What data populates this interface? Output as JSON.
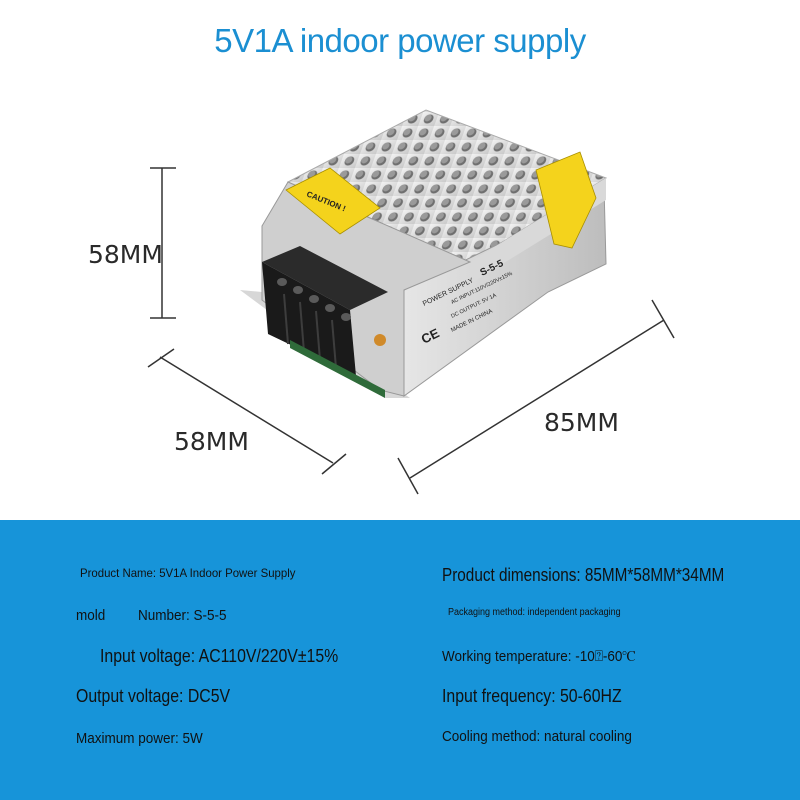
{
  "title": "5V1A indoor power supply",
  "dimensions": {
    "height_label": "58MM",
    "depth_label": "58MM",
    "length_label": "85MM"
  },
  "device": {
    "caution_label": "CAUTION !",
    "model_header": "POWER SUPPLY",
    "model_code": "S-5-5",
    "ac_input": "AC INPUT:110V/220V±15%",
    "dc_output": "DC OUTPUT:  5V 1A",
    "origin": "MADE IN CHINA",
    "ce_mark": "CE"
  },
  "specs": {
    "product_name": "Product Name: 5V1A Indoor Power Supply",
    "mold_label": "mold",
    "number": "Number: S-5-5",
    "input_voltage": "Input voltage: AC110V/220V±15%",
    "output_voltage": "Output voltage: DC5V",
    "max_power": "Maximum power: 5W",
    "product_dimensions": "Product dimensions: 85MM*58MM*34MM",
    "packaging": "Packaging method: independent packaging",
    "working_temperature": "Working temperature: -10⍰-60℃",
    "input_frequency": "Input frequency: 50-60HZ",
    "cooling": "Cooling method: natural cooling"
  },
  "colors": {
    "title": "#1b8fd2",
    "spec_panel": "#1794d9",
    "caution_yellow": "#f4d31c",
    "terminal_black": "#1a1a1a"
  }
}
